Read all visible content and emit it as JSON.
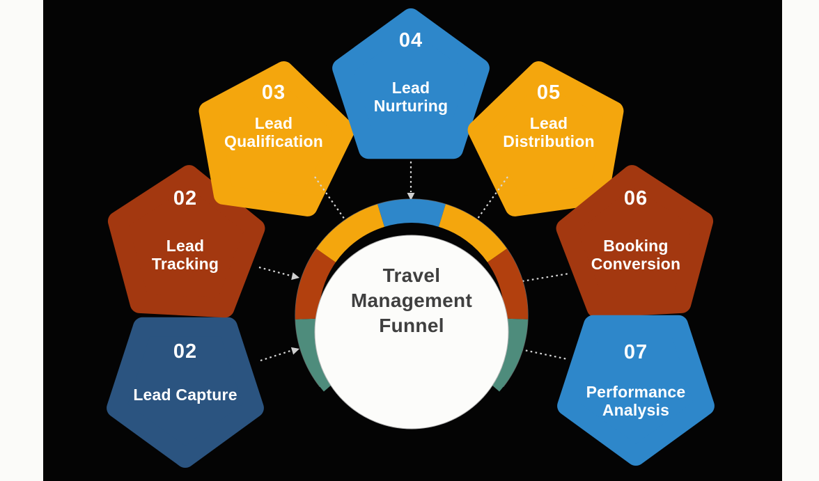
{
  "diagram": {
    "name": "Travel Management Funnel",
    "background_color": "#040404",
    "margin_color": "#FBFBF9"
  },
  "center": {
    "title": "Travel\nManagement\nFunnel",
    "circle_color": "#FCFCFA",
    "text_color": "#3F3F3F"
  },
  "ring": {
    "edge_color": "#8F8F8F",
    "segments": [
      {
        "name": "teal-left",
        "color": "#4E8C7C"
      },
      {
        "name": "red-left",
        "color": "#B2400E"
      },
      {
        "name": "orange-left",
        "color": "#F4A60D"
      },
      {
        "name": "blue-top",
        "color": "#2E87CA"
      },
      {
        "name": "orange-right",
        "color": "#F4A60D"
      },
      {
        "name": "red-right",
        "color": "#B2400E"
      },
      {
        "name": "teal-right",
        "color": "#4E8C7C"
      }
    ]
  },
  "connectors": {
    "dot_color": "#D8D8D8",
    "arrow_color": "#CFCFCF"
  },
  "steps": [
    {
      "number": "02",
      "label": "Lead Capture",
      "color": "#2B5480",
      "position": "bottom-left"
    },
    {
      "number": "02",
      "label": "Lead\nTracking",
      "color": "#A33810",
      "position": "middle-left"
    },
    {
      "number": "03",
      "label": "Lead\nQualification",
      "color": "#F4A60D",
      "position": "top-left"
    },
    {
      "number": "04",
      "label": "Lead\nNurturing",
      "color": "#2E87CA",
      "position": "top-center"
    },
    {
      "number": "05",
      "label": "Lead\nDistribution",
      "color": "#F4A60D",
      "position": "top-right"
    },
    {
      "number": "06",
      "label": "Booking\nConversion",
      "color": "#A33810",
      "position": "middle-right"
    },
    {
      "number": "07",
      "label": "Performance\nAnalysis",
      "color": "#2E87CA",
      "position": "bottom-right"
    }
  ]
}
